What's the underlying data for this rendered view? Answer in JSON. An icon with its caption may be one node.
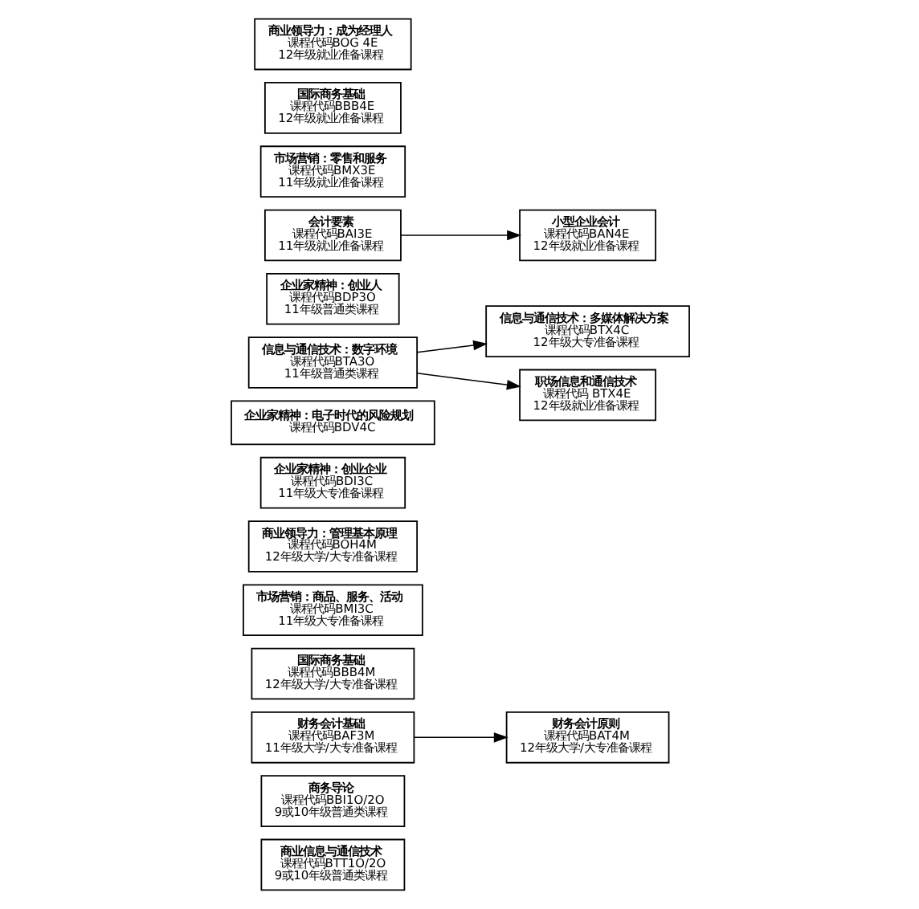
{
  "diagram": {
    "nodes": [
      {
        "text": [
          "商业信息与通信技术",
          "课程代码BTT1O/2O",
          "9或10年级普通类课程"
        ]
      },
      {
        "text": [
          "商务导论",
          "课程代码BBI1O/2O",
          "9或10年级普通类课程"
        ]
      },
      {
        "text": [
          "财务会计基础",
          "课程代码BAF3M",
          "11年级大学/大专准备课程"
        ]
      },
      {
        "text": [
          "财务会计原则",
          "课程代码BAT4M",
          "12年级大学/大专准备课程"
        ]
      },
      {
        "text": [
          "国际商务基础",
          "课程代码BBB4M",
          "12年级大学/大专准备课程"
        ]
      },
      {
        "text": [
          "市场营销：商品、服务、活动",
          "课程代码BMI3C",
          "11年级大专准备课程"
        ]
      },
      {
        "text": [
          "商业领导力：管理基本原理",
          "课程代码BOH4M",
          "12年级大学/大专准备课程"
        ]
      },
      {
        "text": [
          "企业家精神：创业企业",
          "课程代码BDI3C",
          "11年级大专准备课程"
        ]
      },
      {
        "text": [
          "企业家精神：电子时代的风险规划",
          "课程代码BDV4C"
        ]
      },
      {
        "text": [
          "信息与通信技术：数字环境",
          "课程代码BTA3O",
          "11年级普通类课程"
        ]
      },
      {
        "text": [
          "信息与通信技术：多媒体解决方案",
          "课程代码BTX4C",
          "12年级大专准备课程"
        ]
      },
      {
        "text": [
          "企业家精神：创业人",
          "课程代码BDP3O",
          "11年级普通类课程"
        ]
      },
      {
        "text": [
          "职场信息和通信技术",
          "课程代码 BTX4E",
          "12年级就业准备课程"
        ]
      },
      {
        "text": [
          "会计要素",
          "课程代码BAI3E",
          "11年级就业准备课程"
        ]
      },
      {
        "text": [
          "小型企业会计",
          "课程代码BAN4E",
          "12年级就业准备课程"
        ]
      },
      {
        "text": [
          "市场营销：零售和服务",
          "课程代码BMX3E",
          "11年级就业准备课程"
        ]
      },
      {
        "text": [
          "国际商务基础",
          "课程代码BBB4E",
          "12年级就业准备课程"
        ]
      },
      {
        "text": [
          "商业领导力：成为经理人",
          "课程代码BOG 4E",
          "12年级就业准备课程"
        ]
      }
    ],
    "edges": [
      {
        "from": 2,
        "to": 3,
        "arrow": "to"
      },
      {
        "from": 9,
        "to": 10,
        "arrow": "to"
      },
      {
        "from": 9,
        "to": 12,
        "arrow": "to"
      },
      {
        "from": 13,
        "to": 14,
        "arrow": "to"
      }
    ]
  }
}
